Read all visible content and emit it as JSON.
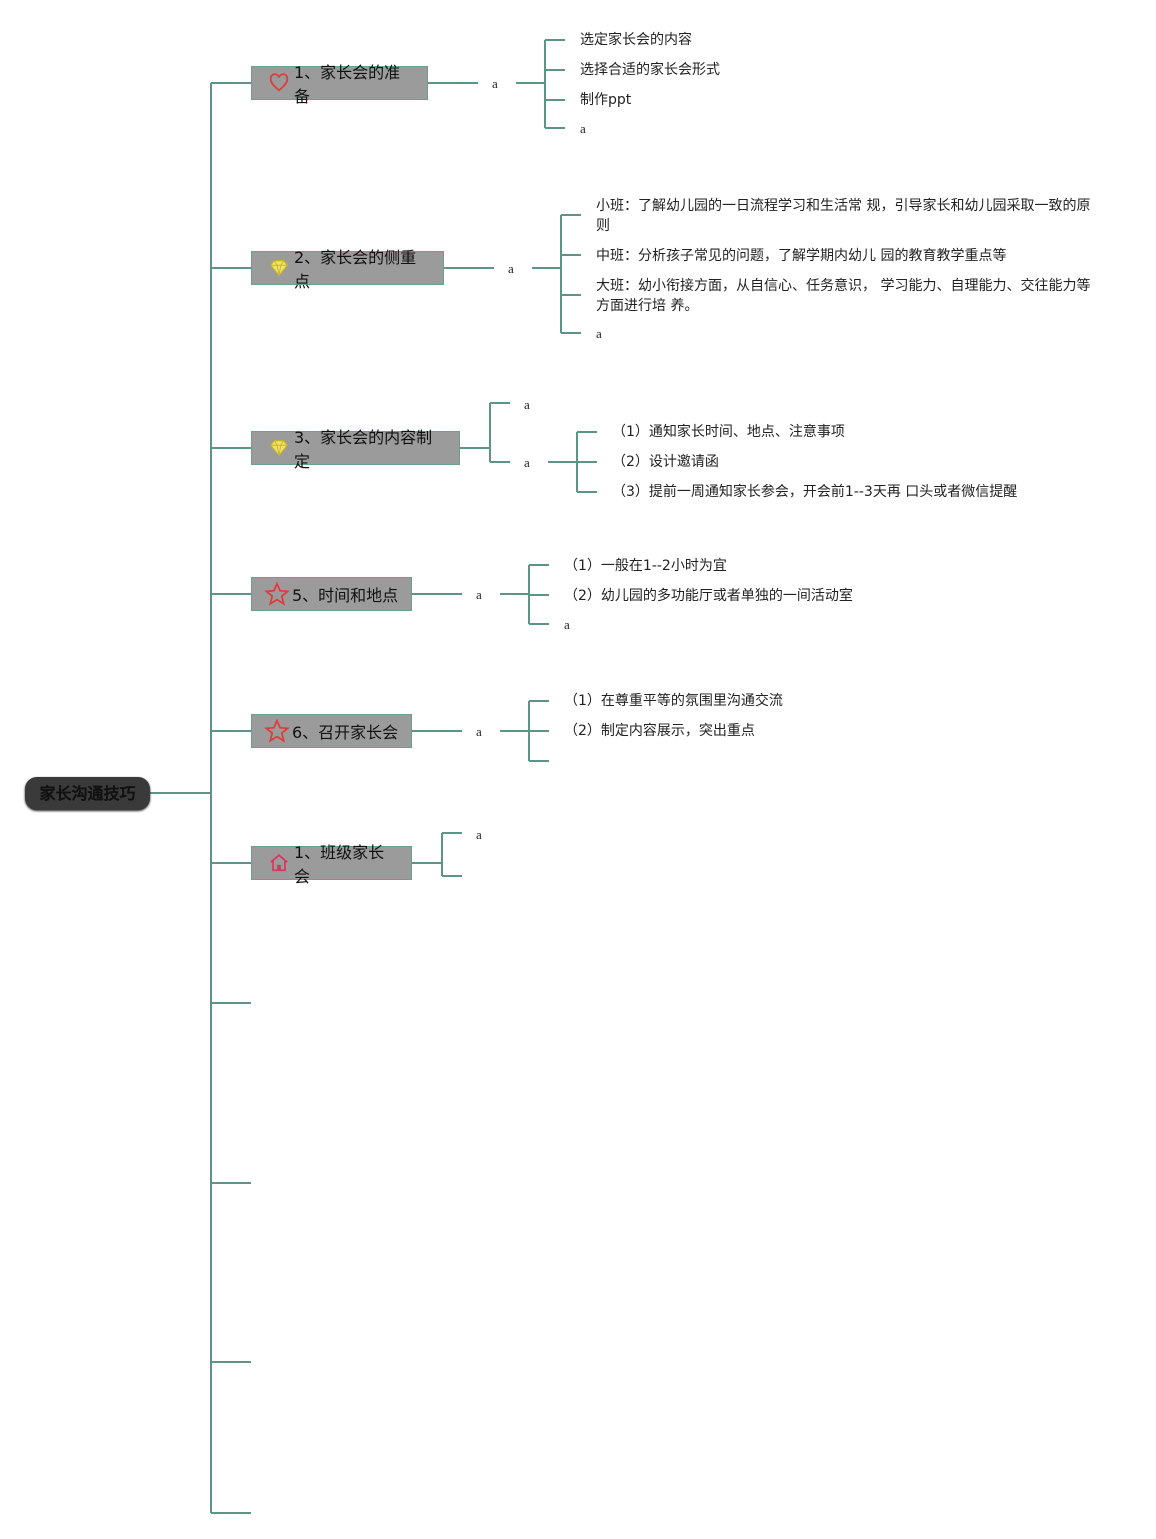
{
  "root": {
    "label": "家长沟通技巧"
  },
  "branches": [
    {
      "label": "1、家长会的准备",
      "icon": "heart-icon",
      "connector": "a",
      "children": [
        "选定家长会的内容",
        "选择合适的家长会形式",
        "制作ppt",
        "a"
      ]
    },
    {
      "label": "2、家长会的侧重点",
      "icon": "diamond-icon",
      "connector": "a",
      "children": [
        "小班：了解幼儿园的一日流程学习和生活常 规，引导家长和幼儿园采取一致的原则",
        "中班：分析孩子常见的问题，了解学期内幼儿 园的教育教学重点等",
        "大班：幼小衔接方面，从自信心、任务意识， 学习能力、自理能力、交往能力等方面进行培 养。",
        "a"
      ]
    },
    {
      "label": "3、家长会的内容制定",
      "icon": "diamond-icon",
      "connector_top": "a",
      "connector": "a",
      "children": [
        "（1）通知家长时间、地点、注意事项",
        "（2）设计邀请函",
        "（3）提前一周通知家长参会，开会前1--3天再 口头或者微信提醒"
      ]
    },
    {
      "label": "5、时间和地点",
      "icon": "star-icon",
      "connector": "a",
      "children": [
        "（1）一般在1--2小时为宜",
        "（2）幼儿园的多功能厅或者单独的一间活动室",
        "a"
      ]
    },
    {
      "label": "6、召开家长会",
      "icon": "star-icon",
      "connector": "a",
      "children": [
        "（1）在尊重平等的氛围里沟通交流",
        "（2）制定内容展示，突出重点"
      ]
    },
    {
      "label": "1、班级家长会",
      "icon": "home-icon",
      "connector_top": "a"
    }
  ],
  "colors": {
    "line": "#5d9486",
    "node_bg": "#9b9b9b",
    "root_bg": "#3a3a3a",
    "heart": "#d94040",
    "diamond": "#e8d84a",
    "star": "#e03a3a",
    "home": "#d8345f"
  }
}
